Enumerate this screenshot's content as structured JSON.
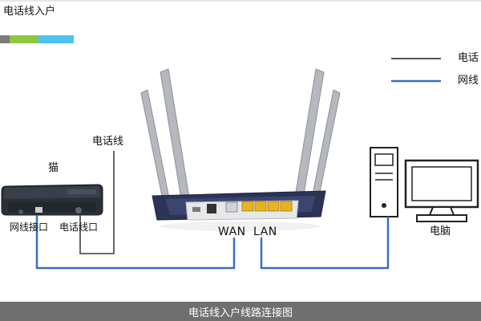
{
  "diagram": {
    "top_title": "电话线入户",
    "color_bar": [
      "#7b7b7b",
      "#8dc63f",
      "#4cc3ee"
    ],
    "legend": {
      "phone_line_label": "电话",
      "network_line_label": "网线",
      "phone_line_color": "#555555",
      "network_line_color": "#3a6fc4"
    },
    "modem": {
      "title": "猫",
      "port_network": "网线接口",
      "port_phone": "电话线口"
    },
    "phone_line_label": "电话线",
    "router": {
      "wan_label": "WAN",
      "lan_label": "LAN"
    },
    "computer_label": "电脑",
    "footer_caption": "电话线入户线路连接图"
  }
}
